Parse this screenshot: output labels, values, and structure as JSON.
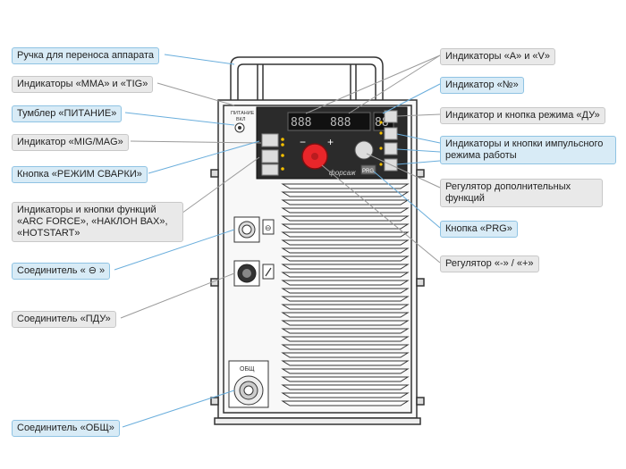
{
  "labels": {
    "handle": "Ручка для переноса аппарата",
    "mma_tig": "Индикаторы «MMA» и «TIG»",
    "power_toggle": "Тумблер «ПИТАНИЕ»",
    "mig_mag": "Индикатор «MIG/MAG»",
    "weld_mode_button": "Кнопка «РЕЖИМ СВАРКИ»",
    "functions_line1": "Индикаторы и кнопки функций",
    "functions_line2": "«ARC FORCE», «НАКЛОН ВАХ»,",
    "functions_line3": "«HOTSTART»",
    "connector_electrode": "Соединитель « ⊖ »",
    "connector_pdu": "Соединитель «ПДУ»",
    "connector_common": "Соединитель «ОБЩ»",
    "a_v": "Индикаторы «A» и «V»",
    "number": "Индикатор «№»",
    "du_mode": "Индикатор и кнопка режима «ДУ»",
    "pulse_line1": "Индикаторы и кнопки импульсного",
    "pulse_line2": "режима работы",
    "extra_reg_line1": "Регулятор дополнительных",
    "extra_reg_line2": "функций",
    "prg_button": "Кнопка «PRG»",
    "minus_plus_reg": "Регулятор «-» / «+»"
  },
  "panel": {
    "power_label_1": "ПИТАНИЕ",
    "power_label_2": "ВКЛ",
    "display_a": "888",
    "display_v": "888",
    "display_no": "88",
    "minus": "−",
    "plus": "+",
    "brand": "форсаж",
    "prg": "PRG",
    "common_label": "ОБЩ"
  },
  "colors": {
    "blue_label_bg": "#d8ebf6",
    "blue_label_border": "#8fc3e3",
    "gray_label_bg": "#e9e9e9",
    "blue_line": "#6aaedc",
    "gray_line": "#9a9a9a",
    "knob_red": "#e8262a",
    "panel_dark": "#2b2b2b"
  }
}
